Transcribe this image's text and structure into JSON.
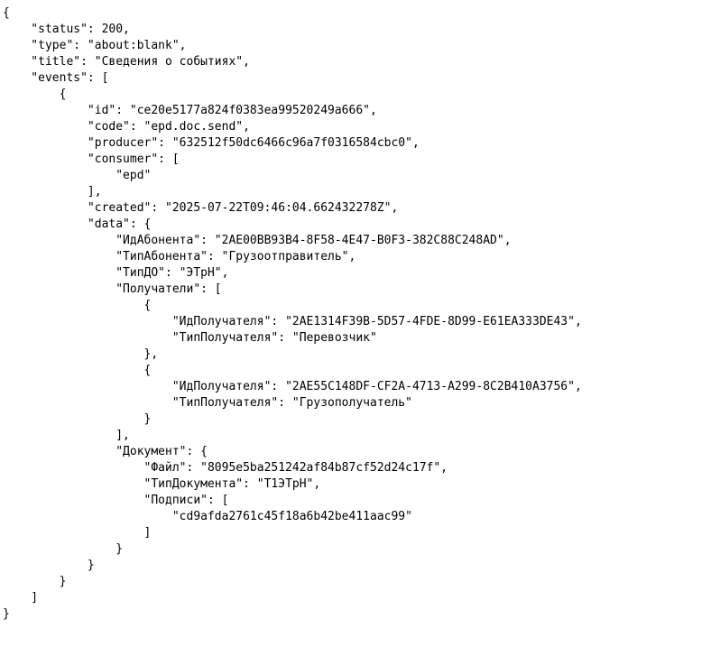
{
  "lines": [
    "{",
    "    \"status\": 200,",
    "    \"type\": \"about:blank\",",
    "    \"title\": \"Сведения о событиях\",",
    "    \"events\": [",
    "        {",
    "            \"id\": \"ce20e5177a824f0383ea99520249a666\",",
    "            \"code\": \"epd.doc.send\",",
    "            \"producer\": \"632512f50dc6466c96a7f0316584cbc0\",",
    "            \"consumer\": [",
    "                \"epd\"",
    "            ],",
    "            \"created\": \"2025-07-22T09:46:04.662432278Z\",",
    "            \"data\": {",
    "                \"ИдАбонента\": \"2AE00BB93B4-8F58-4E47-B0F3-382C88C248AD\",",
    "                \"ТипАбонента\": \"Грузоотправитель\",",
    "                \"ТипДО\": \"ЭТрН\",",
    "                \"Получатели\": [",
    "                    {",
    "                        \"ИдПолучателя\": \"2AE1314F39B-5D57-4FDE-8D99-E61EA333DE43\",",
    "                        \"ТипПолучателя\": \"Перевозчик\"",
    "                    },",
    "                    {",
    "                        \"ИдПолучателя\": \"2AE55C148DF-CF2A-4713-A299-8C2B410A3756\",",
    "                        \"ТипПолучателя\": \"Грузополучатель\"",
    "                    }",
    "                ],",
    "                \"Документ\": {",
    "                    \"Файл\": \"8095e5ba251242af84b87cf52d24c17f\",",
    "                    \"ТипДокумента\": \"Т1ЭТрН\",",
    "                    \"Подписи\": [",
    "                        \"cd9afda2761c45f18a6b42be411aac99\"",
    "                    ]",
    "                }",
    "            }",
    "        }",
    "    ]",
    "}"
  ]
}
